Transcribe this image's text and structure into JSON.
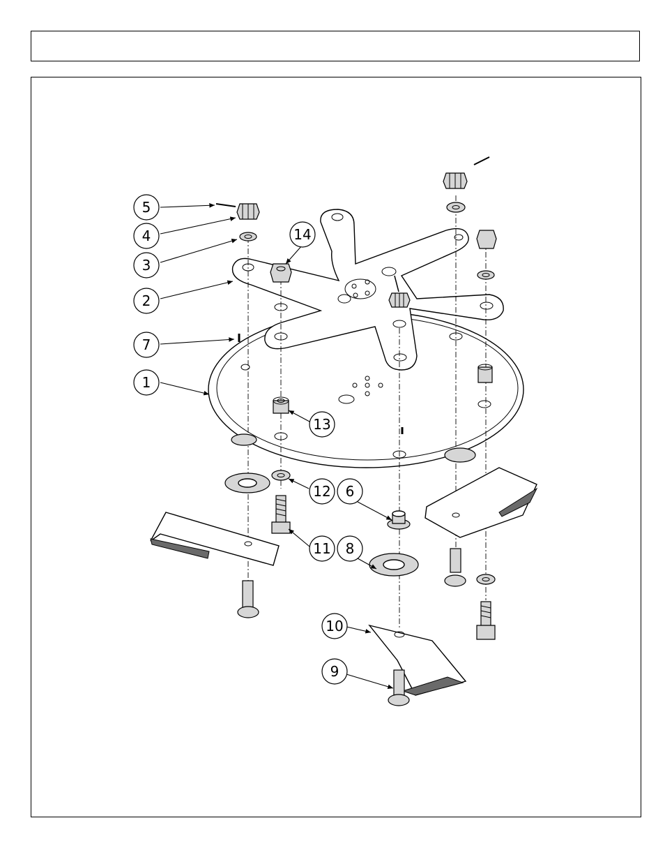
{
  "header": {
    "title": ""
  },
  "diagram": {
    "callouts": [
      {
        "id": "callout-1",
        "label": "1"
      },
      {
        "id": "callout-2",
        "label": "2"
      },
      {
        "id": "callout-3",
        "label": "3"
      },
      {
        "id": "callout-4",
        "label": "4"
      },
      {
        "id": "callout-5",
        "label": "5"
      },
      {
        "id": "callout-6",
        "label": "6"
      },
      {
        "id": "callout-7",
        "label": "7"
      },
      {
        "id": "callout-8",
        "label": "8"
      },
      {
        "id": "callout-9",
        "label": "9"
      },
      {
        "id": "callout-10",
        "label": "10"
      },
      {
        "id": "callout-11",
        "label": "11"
      },
      {
        "id": "callout-12",
        "label": "12"
      },
      {
        "id": "callout-13",
        "label": "13"
      },
      {
        "id": "callout-14",
        "label": "14"
      }
    ]
  }
}
